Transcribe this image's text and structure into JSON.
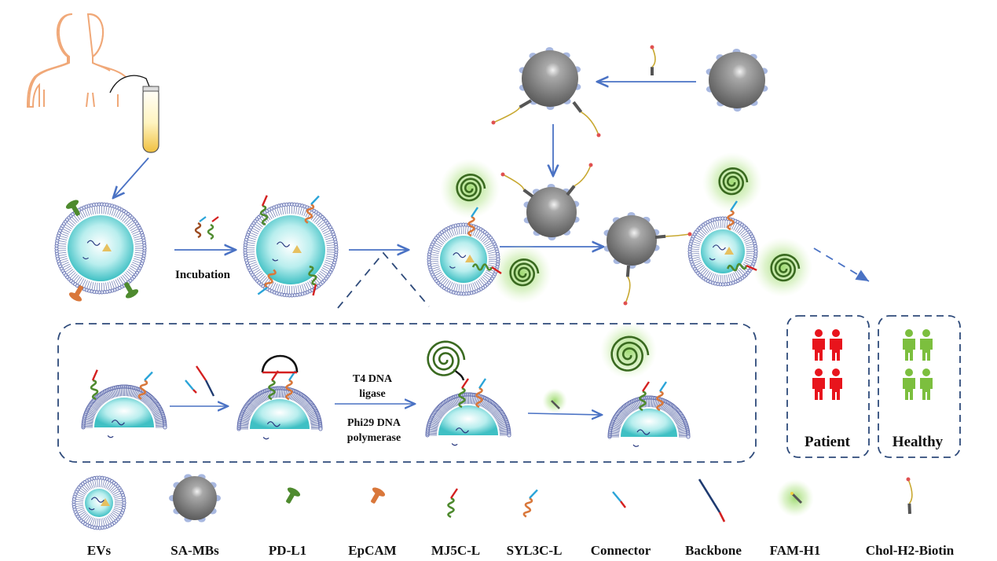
{
  "process_labels": {
    "incubation": "Incubation",
    "t4_line1": "T4 DNA",
    "t4_line2": "ligase",
    "phi_line1": "Phi29 DNA",
    "phi_line2": "polymerase"
  },
  "groups": {
    "patient": "Patient",
    "healthy": "Healthy"
  },
  "legend": [
    {
      "id": "evs",
      "label": "EVs"
    },
    {
      "id": "sa-mbs",
      "label": "SA-MBs"
    },
    {
      "id": "pd-l1",
      "label": "PD-L1"
    },
    {
      "id": "epcam",
      "label": "EpCAM"
    },
    {
      "id": "mj5c-l",
      "label": "MJ5C-L"
    },
    {
      "id": "syl3c-l",
      "label": "SYL3C-L"
    },
    {
      "id": "connector",
      "label": "Connector"
    },
    {
      "id": "backbone",
      "label": "Backbone"
    },
    {
      "id": "fam-h1",
      "label": "FAM-H1"
    },
    {
      "id": "chol-h2-biotin",
      "label": "Chol-H2-Biotin"
    }
  ],
  "colors": {
    "arrow": "#4a72c4",
    "dashed_box": "#2e4a7a",
    "patient": "#e8141c",
    "healthy": "#7cbf3e",
    "ev_core": "#5fd0d0",
    "bead": "#8a8a8a",
    "pd_l1": "#4e8a2e",
    "epcam": "#d9773a",
    "red_strand": "#d42020",
    "blue_strand": "#2aa4d8"
  }
}
